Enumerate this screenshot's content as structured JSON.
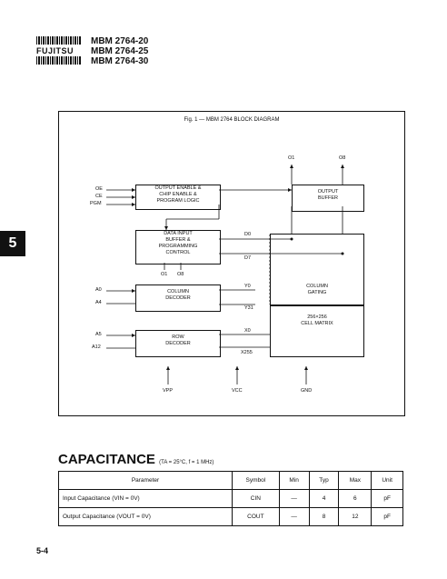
{
  "header": {
    "logo": "FUJITSU",
    "parts": [
      "MBM 2764-20",
      "MBM 2764-25",
      "MBM 2764-30"
    ]
  },
  "section_tab": "5",
  "diagram": {
    "title": "Fig. 1 — MBM 2764 BLOCK DIAGRAM",
    "blocks": {
      "output_enable": [
        "OUTPUT ENABLE &",
        "CHIP ENABLE &",
        "PROGRAM LOGIC"
      ],
      "output_buffer": [
        "OUTPUT",
        "BUFFER"
      ],
      "data_input": [
        "DATA INPUT",
        "BUFFER &",
        "PROGRAMMING",
        "CONTROL"
      ],
      "column_gating": [
        "COLUMN",
        "GATING"
      ],
      "column_decoder": [
        "COLUMN",
        "DECODER"
      ],
      "row_decoder": [
        "ROW",
        "DECODER"
      ],
      "cell_matrix": [
        "256×256",
        "CELL MATRIX"
      ]
    },
    "inputs": {
      "oe": "OE",
      "ce": "CE",
      "pgm": "PGM",
      "a0": "A0",
      "a4": "A4",
      "a5": "A5",
      "a12": "A12"
    },
    "signals": {
      "o1_top": "O1",
      "o8_top": "O8",
      "o1_mid": "O1",
      "o8_mid": "O8",
      "d0": "D0",
      "d7": "D7",
      "y0": "Y0",
      "y31": "Y31",
      "x0": "X0",
      "x255": "X255"
    },
    "power": {
      "vpp": "VPP",
      "vcc": "VCC",
      "gnd": "GND"
    }
  },
  "capacitance": {
    "title": "CAPACITANCE",
    "conditions": "(TA = 25°C, f = 1 MHz)",
    "headers": [
      "Parameter",
      "Symbol",
      "Min",
      "Typ",
      "Max",
      "Unit"
    ],
    "rows": [
      [
        "Input Capacitance (VIN = 0V)",
        "CIN",
        "—",
        "4",
        "6",
        "pF"
      ],
      [
        "Output Capacitance (VOUT = 0V)",
        "COUT",
        "—",
        "8",
        "12",
        "pF"
      ]
    ]
  },
  "footer": "5-4"
}
